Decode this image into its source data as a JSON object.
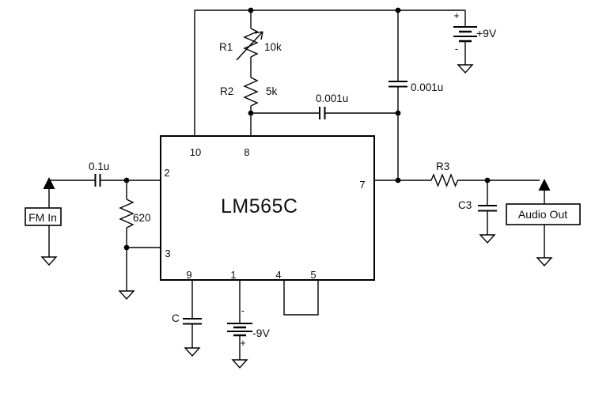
{
  "schematic": {
    "ic": {
      "label": "LM565C",
      "pin10": "10",
      "pin8": "8",
      "pin2": "2",
      "pin3": "3",
      "pin7": "7",
      "pin9": "9",
      "pin1": "1",
      "pin4": "4",
      "pin5": "5"
    },
    "r1": {
      "label": "R1",
      "value": "10k"
    },
    "r2": {
      "label": "R2",
      "value": "5k"
    },
    "r3": {
      "label": "R3"
    },
    "r620": {
      "value": "620"
    },
    "c_in": {
      "value": "0.1u"
    },
    "c_filter": {
      "value": "0.001u"
    },
    "c_bypass": {
      "value": "0.001u"
    },
    "c_timing": {
      "label": "C"
    },
    "c3": {
      "label": "C3"
    },
    "v_pos": {
      "label": "+9V",
      "top_sign": "+",
      "bottom_sign": "-"
    },
    "v_neg": {
      "label": "-9V",
      "top_sign": "-",
      "bottom_sign": "+"
    },
    "fm_in": {
      "label": "FM In"
    },
    "audio_out": {
      "label": "Audio Out"
    },
    "colors": {
      "line": "#000000",
      "background": "#ffffff",
      "text": "#0d0d0d"
    }
  }
}
